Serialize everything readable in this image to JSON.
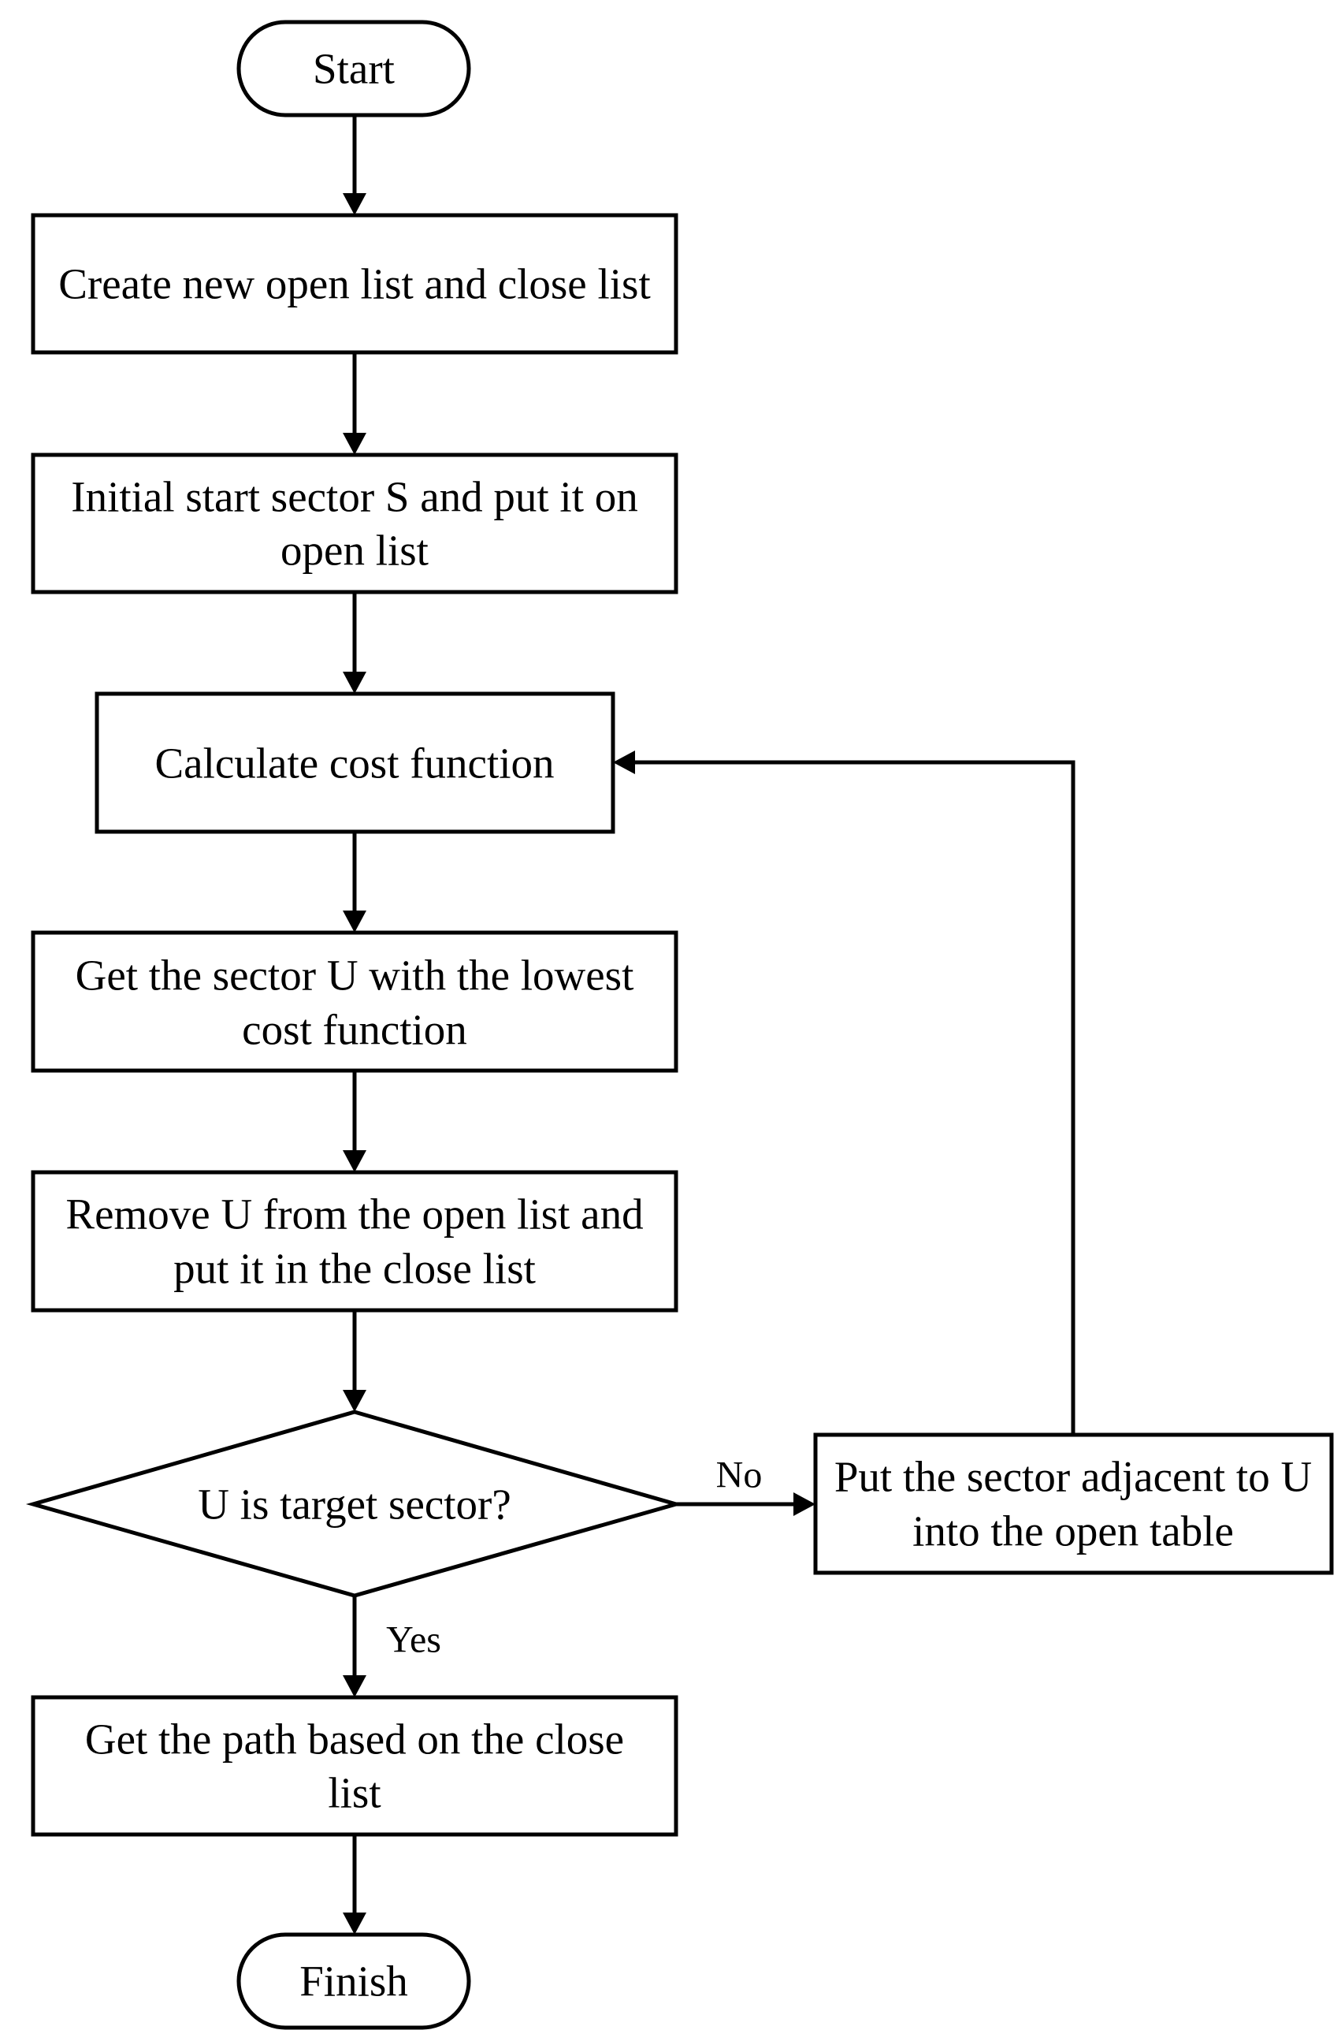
{
  "flowchart": {
    "nodes": {
      "start": {
        "lines": [
          "Start"
        ]
      },
      "create_lists": {
        "lines": [
          "Create new open list and close list"
        ]
      },
      "initial_start": {
        "lines": [
          "Initial start sector S and put it on",
          "open list"
        ]
      },
      "calculate_cost": {
        "lines": [
          "Calculate cost function"
        ]
      },
      "get_lowest": {
        "lines": [
          "Get the sector U with the lowest",
          "cost function"
        ]
      },
      "remove_u": {
        "lines": [
          "Remove U from the open list and",
          "put it in the close list"
        ]
      },
      "is_target": {
        "lines": [
          "U is target sector?"
        ]
      },
      "put_adjacent": {
        "lines": [
          "Put the sector adjacent to U",
          "into the open table"
        ]
      },
      "get_path": {
        "lines": [
          "Get the path based on the close",
          "list"
        ]
      },
      "finish": {
        "lines": [
          "Finish"
        ]
      }
    },
    "edges": {
      "no_label": "No",
      "yes_label": "Yes"
    }
  }
}
